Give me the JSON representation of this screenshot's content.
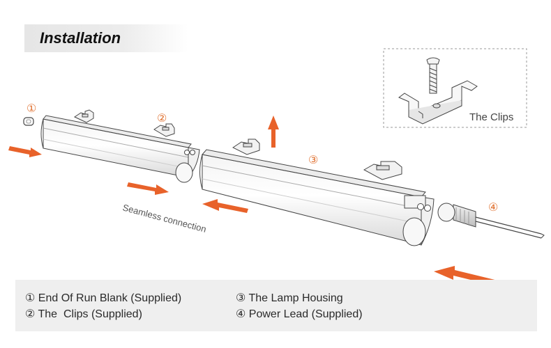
{
  "title": "Installation",
  "callouts": {
    "c1": "①",
    "c2": "②",
    "c3": "③",
    "c4": "④"
  },
  "inset_label": "The  Clips",
  "seamless_label": "Seamless connection",
  "legend": [
    "① End Of Run Blank (Supplied)",
    "② The  Clips (Supplied)",
    "③ The Lamp Housing",
    "④ Power Lead (Supplied)"
  ],
  "colors": {
    "accent": "#e8622a",
    "callout": "#e0702f"
  }
}
